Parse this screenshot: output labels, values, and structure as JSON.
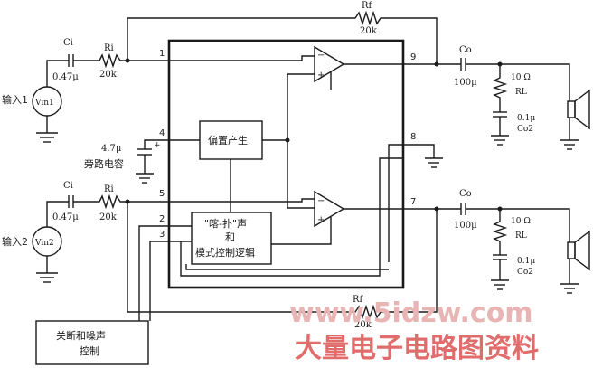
{
  "labels": {
    "rf_top_name": "Rf",
    "rf_top_value": "20k",
    "ci_top_name": "Ci",
    "ci_top_value": "0.47μ",
    "ri_top_name": "Ri",
    "ri_top_value": "20k",
    "input1": "输入1",
    "vin1": "Vin1",
    "pin1": "1",
    "pin9": "9",
    "co_top_name": "Co",
    "co_top_value": "100μ",
    "rl_top_value": "10 Ω",
    "rl_top_name": "RL",
    "c_top_value": "0.1μ",
    "co2_top": "Co2",
    "pin4": "4",
    "bypass_cap_value": "4.7μ",
    "bypass_cap_label": "旁路电容",
    "bias_block": "偏置产生",
    "pin8": "8",
    "ci_bot_name": "Ci",
    "ri_bot_name": "Ri",
    "pin5": "5",
    "pin7": "7",
    "co_bot_name": "Co",
    "ci_bot_value": "0.47μ",
    "ri_bot_value": "20k",
    "co_bot_value": "100μ",
    "rl_bot_value": "10 Ω",
    "rl_bot_name": "RL",
    "pin2": "2",
    "pin3": "3",
    "pop_block_line1": "\"喀-扑\"声",
    "pop_block_line2": "和",
    "pop_block_line3": "模式控制逻辑",
    "input2": "输入2",
    "vin2": "Vin2",
    "c_bot_value": "0.1μ",
    "co2_bot": "Co2",
    "rf_bot_name": "Rf",
    "rf_bot_value": "20k",
    "shutdown_line1": "关断和噪声",
    "shutdown_line2": "控制",
    "plus": "+",
    "minus": "−",
    "watermark_site": "www.5idzw.com",
    "watermark_title": "大量电子电路图资料"
  }
}
